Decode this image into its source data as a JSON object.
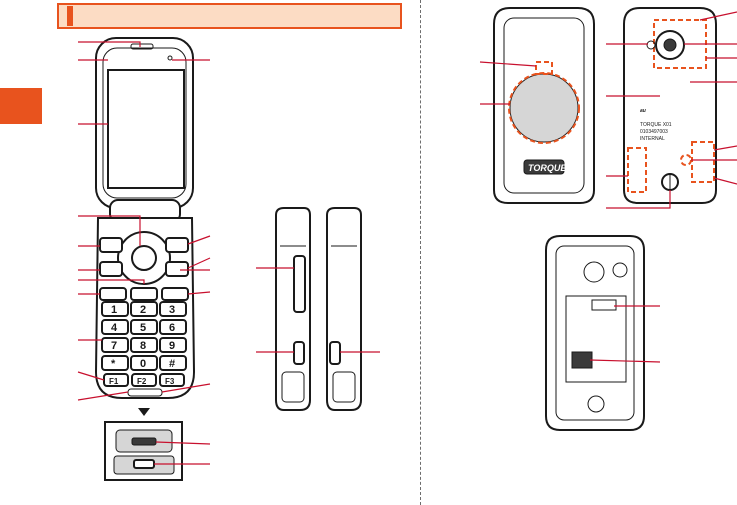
{
  "header": {
    "title": ""
  },
  "theme": {
    "accent": "#e8531e",
    "accent_light": "#fcdcc4",
    "leader": "#c8102e",
    "ink": "#1a1a1a"
  },
  "front": {
    "keys": [
      "1",
      "2",
      "3",
      "4",
      "5",
      "6",
      "7",
      "8",
      "9",
      "*",
      "0",
      "#"
    ],
    "function_keys": [
      "F1",
      "F2",
      "F3"
    ]
  },
  "back": {
    "brand": "TORQUE",
    "carrier": "au",
    "label_lines": [
      "TORQUE X01",
      "0103497003",
      "INTERNAL"
    ]
  }
}
